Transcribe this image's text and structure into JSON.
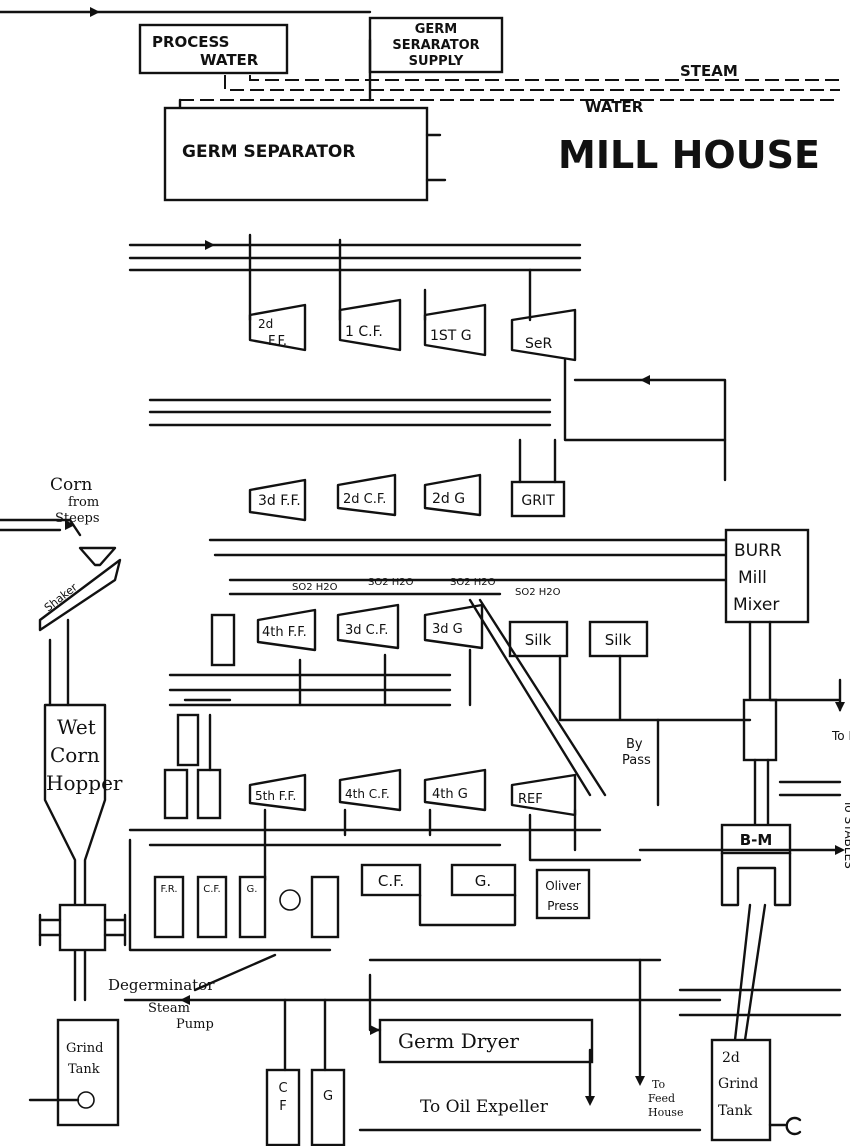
{
  "title": "MILL HOUSE",
  "top": {
    "process_water": [
      "PROCESS",
      "WATER"
    ],
    "germ_sep_supply": [
      "GERM",
      "SERARATOR",
      "SUPPLY"
    ],
    "steam": "STEAM",
    "water": "WATER",
    "germ_separator": "GERM SEPARATOR"
  },
  "row1": {
    "ff": "2d",
    "ff2": "F.F.",
    "cf": "1 C.F.",
    "g": "1ST G",
    "ser": "SeR"
  },
  "row2": {
    "ff": "3d F.F.",
    "cf": "2d C.F.",
    "g": "2d G",
    "grit": "GRIT"
  },
  "burr": [
    "BURR",
    "Mill",
    "Mixer"
  ],
  "row3": {
    "ff": "4th F.F.",
    "cf": "3d C.F.",
    "g": "3d G",
    "so1": "SO2 H2O",
    "so2": "SO2 H2O",
    "so3": "SO2 H2O",
    "so4": "SO2 H2O"
  },
  "silk": [
    "Silk",
    "Silk"
  ],
  "bypass": [
    "By",
    "Pass"
  ],
  "row4": {
    "ff": "5th F.F.",
    "cf": "4th C.F.",
    "g": "4th G",
    "ref": "REF"
  },
  "small_boxes": {
    "fr": "F.R.",
    "cf": "C.F.",
    "g": "G.",
    "big_cf": "C.F.",
    "big_g": "G."
  },
  "oliver": [
    "Oliver",
    "Press"
  ],
  "bm": "B-M",
  "corn": [
    "Corn",
    "from",
    "Steeps"
  ],
  "shaker": "Shaker",
  "hopper": [
    "Wet",
    "Corn",
    "Hopper"
  ],
  "degerminator": "Degerminator",
  "steam_pump": [
    "Steam",
    "Pump"
  ],
  "germ_dryer": "Germ Dryer",
  "grind_tank": [
    "Grind",
    "Tank"
  ],
  "grind_tank2": [
    "2d",
    "Grind",
    "Tank"
  ],
  "bottom_cf": [
    "C",
    "F"
  ],
  "bottom_g": "G",
  "oil": "To Oil Expeller",
  "feed": [
    "To",
    "Feed",
    "House"
  ],
  "to_d": "To D",
  "to_stables": "To STABLES"
}
